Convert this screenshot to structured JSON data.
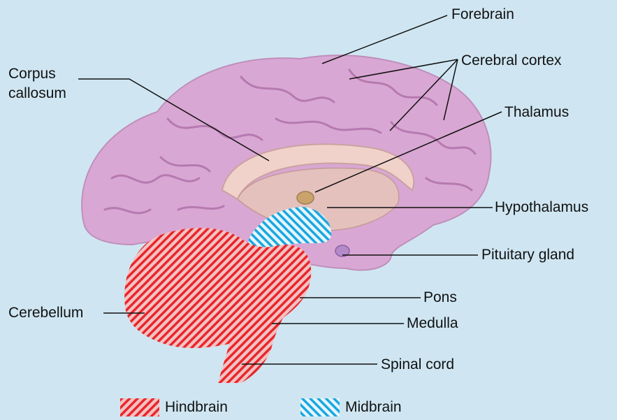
{
  "labels": {
    "forebrain": "Forebrain",
    "cerebral_cortex": "Cerebral cortex",
    "corpus_callosum_line1": "Corpus",
    "corpus_callosum_line2": "callosum",
    "thalamus": "Thalamus",
    "hypothalamus": "Hypothalamus",
    "pituitary_gland": "Pituitary gland",
    "cerebellum": "Cerebellum",
    "pons": "Pons",
    "medulla": "Medulla",
    "spinal_cord": "Spinal cord"
  },
  "legend": [
    {
      "label": "Hindbrain",
      "color": "#e8262c"
    },
    {
      "label": "Midbrain",
      "color": "#1aa7df"
    }
  ],
  "colors": {
    "background": "#cfe6f2",
    "brain": "#d9a7d3",
    "brain_fold": "#b57ab0",
    "inner": "#eac7c4",
    "hindbrain": "#e8262c",
    "midbrain": "#1aa7df"
  }
}
